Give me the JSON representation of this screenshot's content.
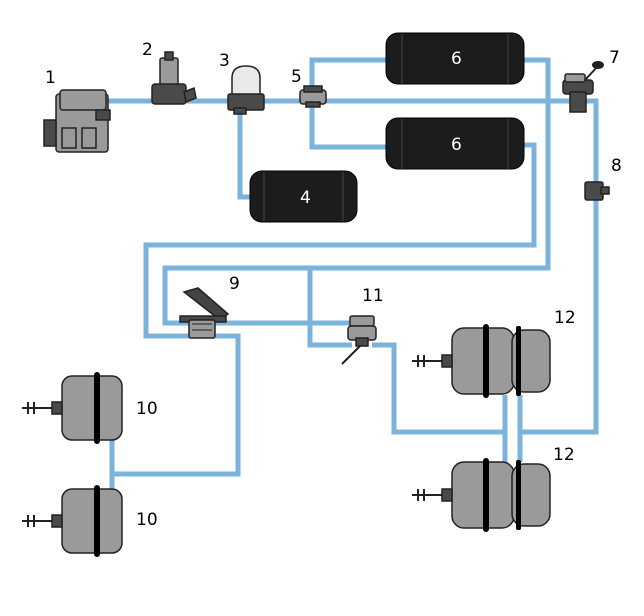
{
  "labels": {
    "compressor": "1",
    "regulator": "2",
    "dryer": "3",
    "aux_tank": "4",
    "protection_valve": "5",
    "main_tank_top": "6",
    "main_tank_bottom": "6",
    "parking_valve": "7",
    "relay_valve": "8",
    "foot_brake": "9",
    "front_chamber_top": "10",
    "front_chamber_bottom": "10",
    "rear_relay": "11",
    "spring_chamber_top": "12",
    "spring_chamber_bottom": "12"
  },
  "colors": {
    "pipe": "#7bb3dc",
    "tank": "#1c1c1c",
    "component": "#9a9a9a"
  }
}
